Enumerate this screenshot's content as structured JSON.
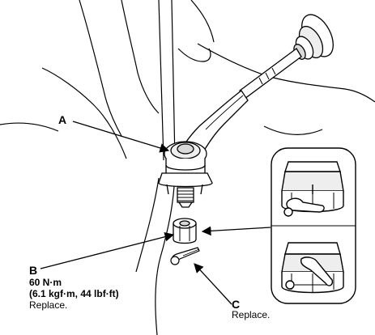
{
  "callouts": {
    "a": {
      "letter": "A"
    },
    "b": {
      "letter": "B",
      "torque": "60 N·m",
      "torque_alt": "(6.1 kgf·m, 44 lbf·ft)",
      "note": "Replace."
    },
    "c": {
      "letter": "C",
      "note": "Replace."
    }
  },
  "icons": {
    "tie_rod": "tie-rod-end-icon",
    "steering_knuckle": "steering-knuckle-icon",
    "castle_nut": "castle-nut-icon",
    "cotter_pin": "cotter-pin-icon",
    "detail_view": "nut-detail-icon",
    "leader_arrow": "arrow-icon"
  },
  "colors": {
    "line": "#000000",
    "fill": "#ffffff",
    "shade": "#d9d9d9"
  }
}
